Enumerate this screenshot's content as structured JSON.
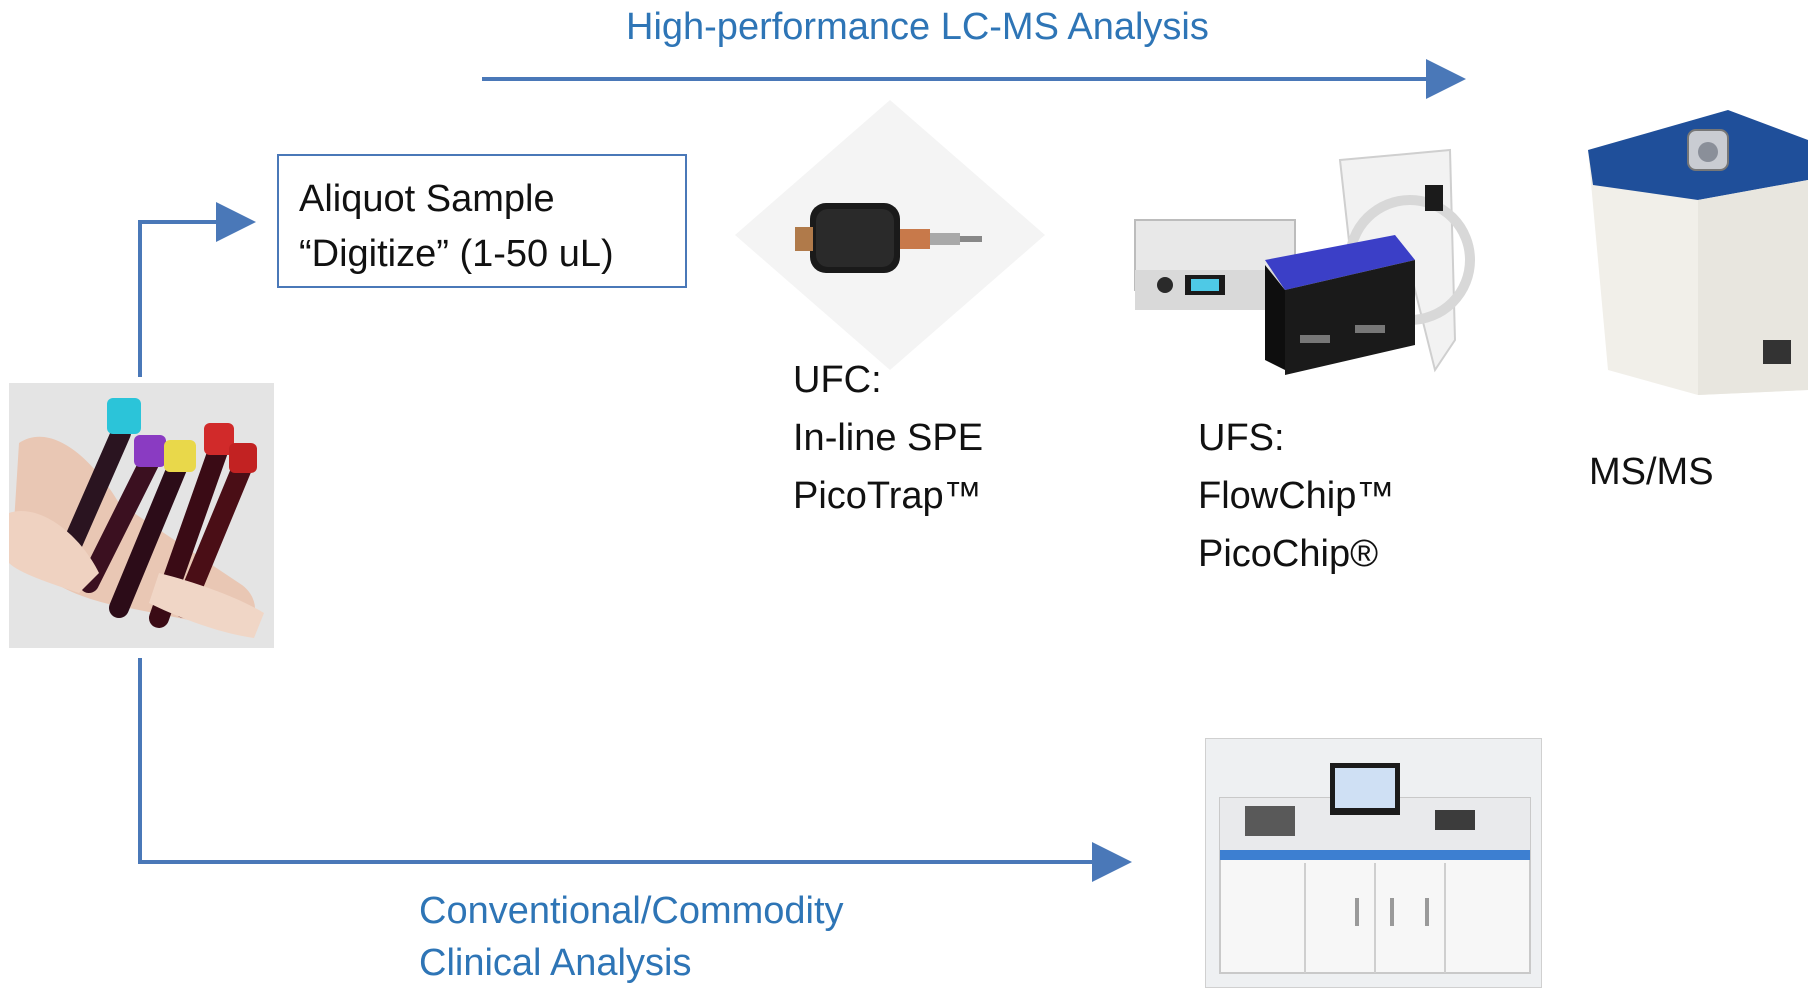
{
  "top_flow": {
    "label": "High-performance LC-MS Analysis"
  },
  "bottom_flow": {
    "label": "Conventional/Commodity\nClinical Analysis"
  },
  "aliquot_box": {
    "text": "Aliquot Sample\n“Digitize” (1-50 uL)"
  },
  "ufc": {
    "text": "UFC:\nIn-line SPE\nPicoTrap™"
  },
  "ufs": {
    "text": "UFS:\nFlowChip™\nPicoChip®"
  },
  "ms": {
    "label": "MS/MS"
  },
  "images": {
    "blood_tubes": "hand-holding-blood-tubes",
    "picotrap": "picotrap-cartridge",
    "flowchip": "flowchip-device",
    "mass_spec": "mass-spectrometer",
    "clinical_analyzer": "clinical-analyzer"
  },
  "colors": {
    "accent": "#4a78b8",
    "label_blue": "#2e75b6"
  }
}
